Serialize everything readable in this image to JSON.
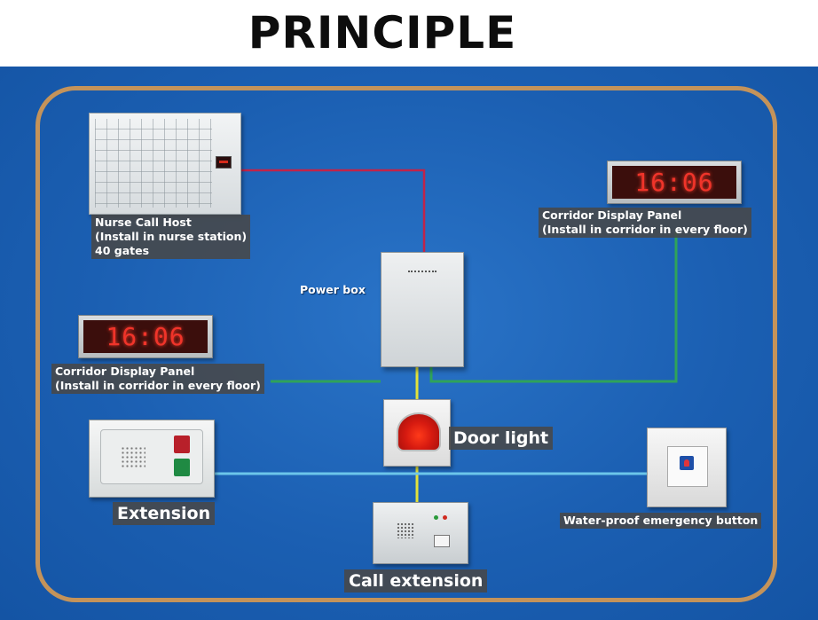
{
  "title": "PRINCIPLE",
  "colors": {
    "background_blue": "#1e64b8",
    "frame_border": "#c4935a",
    "wire_red": "#c0244a",
    "wire_green": "#2fa35a",
    "wire_yellow": "#e2e23a",
    "wire_cyan": "#6cc6ea",
    "led_digits": "#f0342a"
  },
  "components": {
    "nurse_call_host": {
      "lines": [
        "Nurse Call Host",
        "(Install in nurse station)",
        "40 gates"
      ]
    },
    "corridor_display_right": {
      "time": "16:06",
      "lines": [
        "Corridor Display Panel",
        "(Install in corridor in every floor)"
      ]
    },
    "corridor_display_left": {
      "time": "16:06",
      "lines": [
        "Corridor Display Panel",
        "(Install in corridor in every floor)"
      ]
    },
    "power_box": {
      "label": "Power box"
    },
    "door_light": {
      "label": "Door light"
    },
    "extension": {
      "label": "Extension"
    },
    "water_proof_button": {
      "label": "Water-proof emergency button"
    },
    "call_extension": {
      "label": "Call extension"
    }
  },
  "icons": [
    "nurse-call-host-icon",
    "led-display-icon",
    "power-box-icon",
    "door-light-icon",
    "extension-unit-icon",
    "call-extension-icon",
    "emergency-button-icon"
  ]
}
